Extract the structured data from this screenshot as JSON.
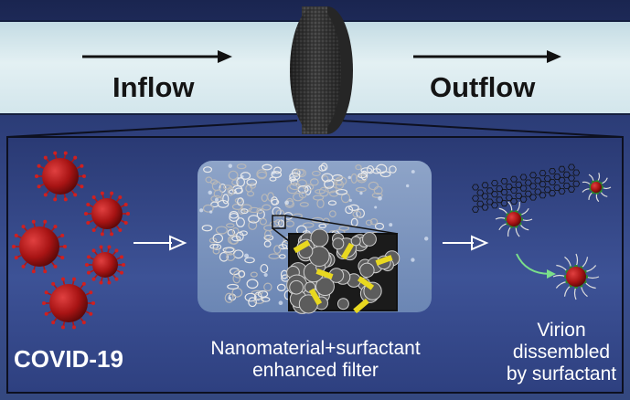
{
  "labels": {
    "inflow": "Inflow",
    "outflow": "Outflow",
    "covid": "COVID-19",
    "filter_line1": "Nanomaterial+surfactant",
    "filter_line2": "enhanced filter",
    "virion_line1": "Virion",
    "virion_line2": "dissembled",
    "virion_line3": "by surfactant"
  },
  "colors": {
    "pipe": "#dbeaee",
    "background": "#2f3f78",
    "virus": "#b01616",
    "filter_disc": "#3a3a3a",
    "nanostructure": "#d8d8d8",
    "surfactant_yellow": "#e8d820",
    "surfactant_green": "#2a8a2a",
    "curve_arrow": "#7adf8a"
  },
  "icons": [
    "virus-particle",
    "filter-disc",
    "carbon-nanotube",
    "surfactant-molecule"
  ]
}
